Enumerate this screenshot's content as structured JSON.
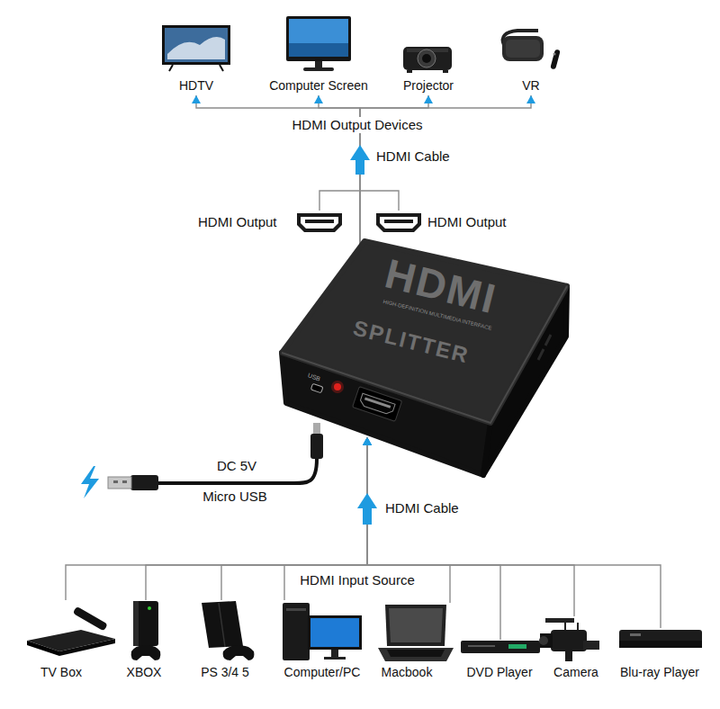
{
  "diagram": {
    "nodes": [
      {
        "text": [
          "HDTV"
        ]
      },
      {
        "text": [
          "Computer Screen"
        ]
      },
      {
        "text": [
          "Projector"
        ]
      },
      {
        "text": [
          "VR"
        ]
      },
      {
        "text": [
          "HDMI",
          "HIGH-DEFINITION MULTIMEDIA INTERFACE",
          "SPLITTER",
          "USB"
        ]
      },
      {
        "text": [
          "TV Box"
        ]
      },
      {
        "text": [
          "XBOX"
        ]
      },
      {
        "text": [
          "PS 3/4 5"
        ]
      },
      {
        "text": [
          "Computer/PC"
        ]
      },
      {
        "text": [
          "Macbook"
        ]
      },
      {
        "text": [
          "DVD Player"
        ]
      },
      {
        "text": [
          "Camera"
        ]
      },
      {
        "text": [
          "Blu-ray Player"
        ]
      }
    ],
    "edges": [
      {
        "from": 4,
        "to": 0,
        "arrow": "to"
      },
      {
        "from": 4,
        "to": 1,
        "arrow": "to"
      },
      {
        "from": 4,
        "to": 2,
        "arrow": "to"
      },
      {
        "from": 4,
        "to": 3,
        "arrow": "to"
      },
      {
        "from": 5,
        "to": 4,
        "arrow": "to"
      },
      {
        "from": 6,
        "to": 4,
        "arrow": "to"
      },
      {
        "from": 7,
        "to": 4,
        "arrow": "to"
      },
      {
        "from": 8,
        "to": 4,
        "arrow": "to"
      },
      {
        "from": 9,
        "to": 4,
        "arrow": "to"
      },
      {
        "from": 10,
        "to": 4,
        "arrow": "to"
      },
      {
        "from": 11,
        "to": 4,
        "arrow": "to"
      },
      {
        "from": 12,
        "to": 4,
        "arrow": "to"
      }
    ],
    "labels": [
      "HDMI Output Devices",
      "HDMI Cable",
      "HDMI Output",
      "HDMI Output",
      "DC 5V",
      "Micro USB",
      "HDMI Cable",
      "HDMI Input Source"
    ]
  }
}
